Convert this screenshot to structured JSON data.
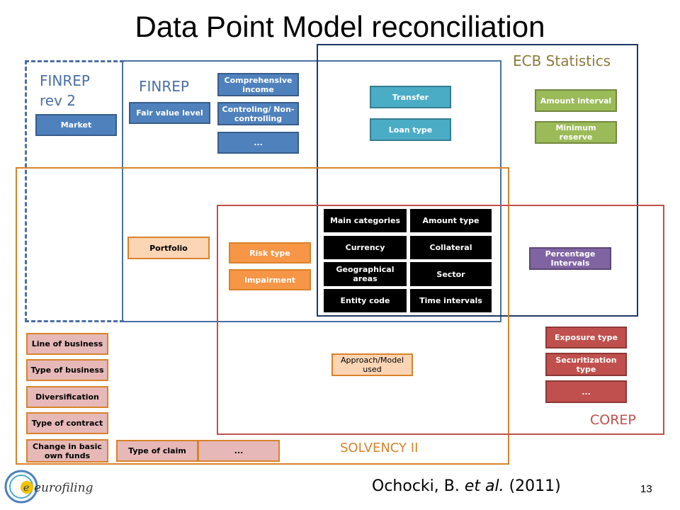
{
  "title": "Data Point Model reconciliation",
  "regions": {
    "finrep_rev2": "FINREP rev 2",
    "finrep": "FINREP",
    "ecb": "ECB Statistics",
    "solvency": "SOLVENCY II",
    "corep": "COREP"
  },
  "boxes": {
    "market": "Market",
    "fair_value": "Fair value level",
    "comprehensive": "Comprehensive income",
    "controlling": "Controling/ Non-controlling",
    "finrep_more": "...",
    "transfer": "Transfer",
    "loan_type": "Loan type",
    "amount_interval": "Amount interval",
    "minimum_reserve": "Minimum reserve",
    "main_categories": "Main categories",
    "amount_type": "Amount type",
    "currency": "Currency",
    "collateral": "Collateral",
    "geo_areas": "Geographical areas",
    "sector": "Sector",
    "entity_code": "Entity code",
    "time_intervals": "Time intervals",
    "portfolio": "Portfolio",
    "risk_type": "Risk type",
    "impairment": "Impairment",
    "percentage_intervals": "Percentage Intervals",
    "exposure_type": "Exposure type",
    "securitization_type": "Securitization type",
    "corep_more": "...",
    "approach_model": "Approach/Model used",
    "line_of_business": "Line of business",
    "type_of_business": "Type of business",
    "diversification": "Diversification",
    "type_of_contract": "Type of contract",
    "change_basic": "Change in basic own funds",
    "type_of_claim": "Type of claim",
    "solvency_more": "..."
  },
  "logo_text": "eurofiling",
  "citation": {
    "prefix": "Ochocki, B. ",
    "etal": "et al.",
    "suffix": " (2011)"
  },
  "page_number": "13"
}
